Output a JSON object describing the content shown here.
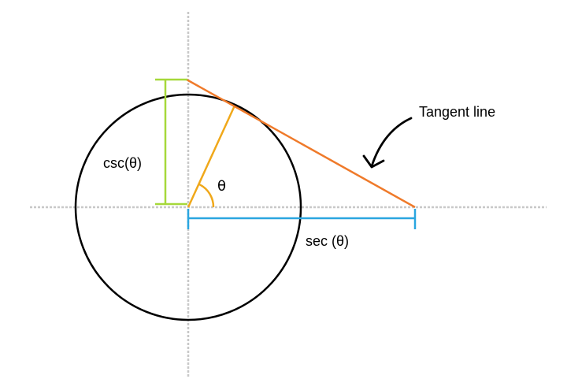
{
  "labels": {
    "csc": "csc(θ)",
    "theta": "θ",
    "sec": "sec (θ)",
    "tangent": "Tangent line"
  },
  "colors": {
    "background": "#ffffff",
    "axes": "#c8c8c8",
    "circle": "#000000",
    "radius": "#f0a81a",
    "tangent": "#ef7a2a",
    "csc_bracket": "#a6d83a",
    "sec_bracket": "#2aa6e0",
    "arrow": "#000000"
  }
}
